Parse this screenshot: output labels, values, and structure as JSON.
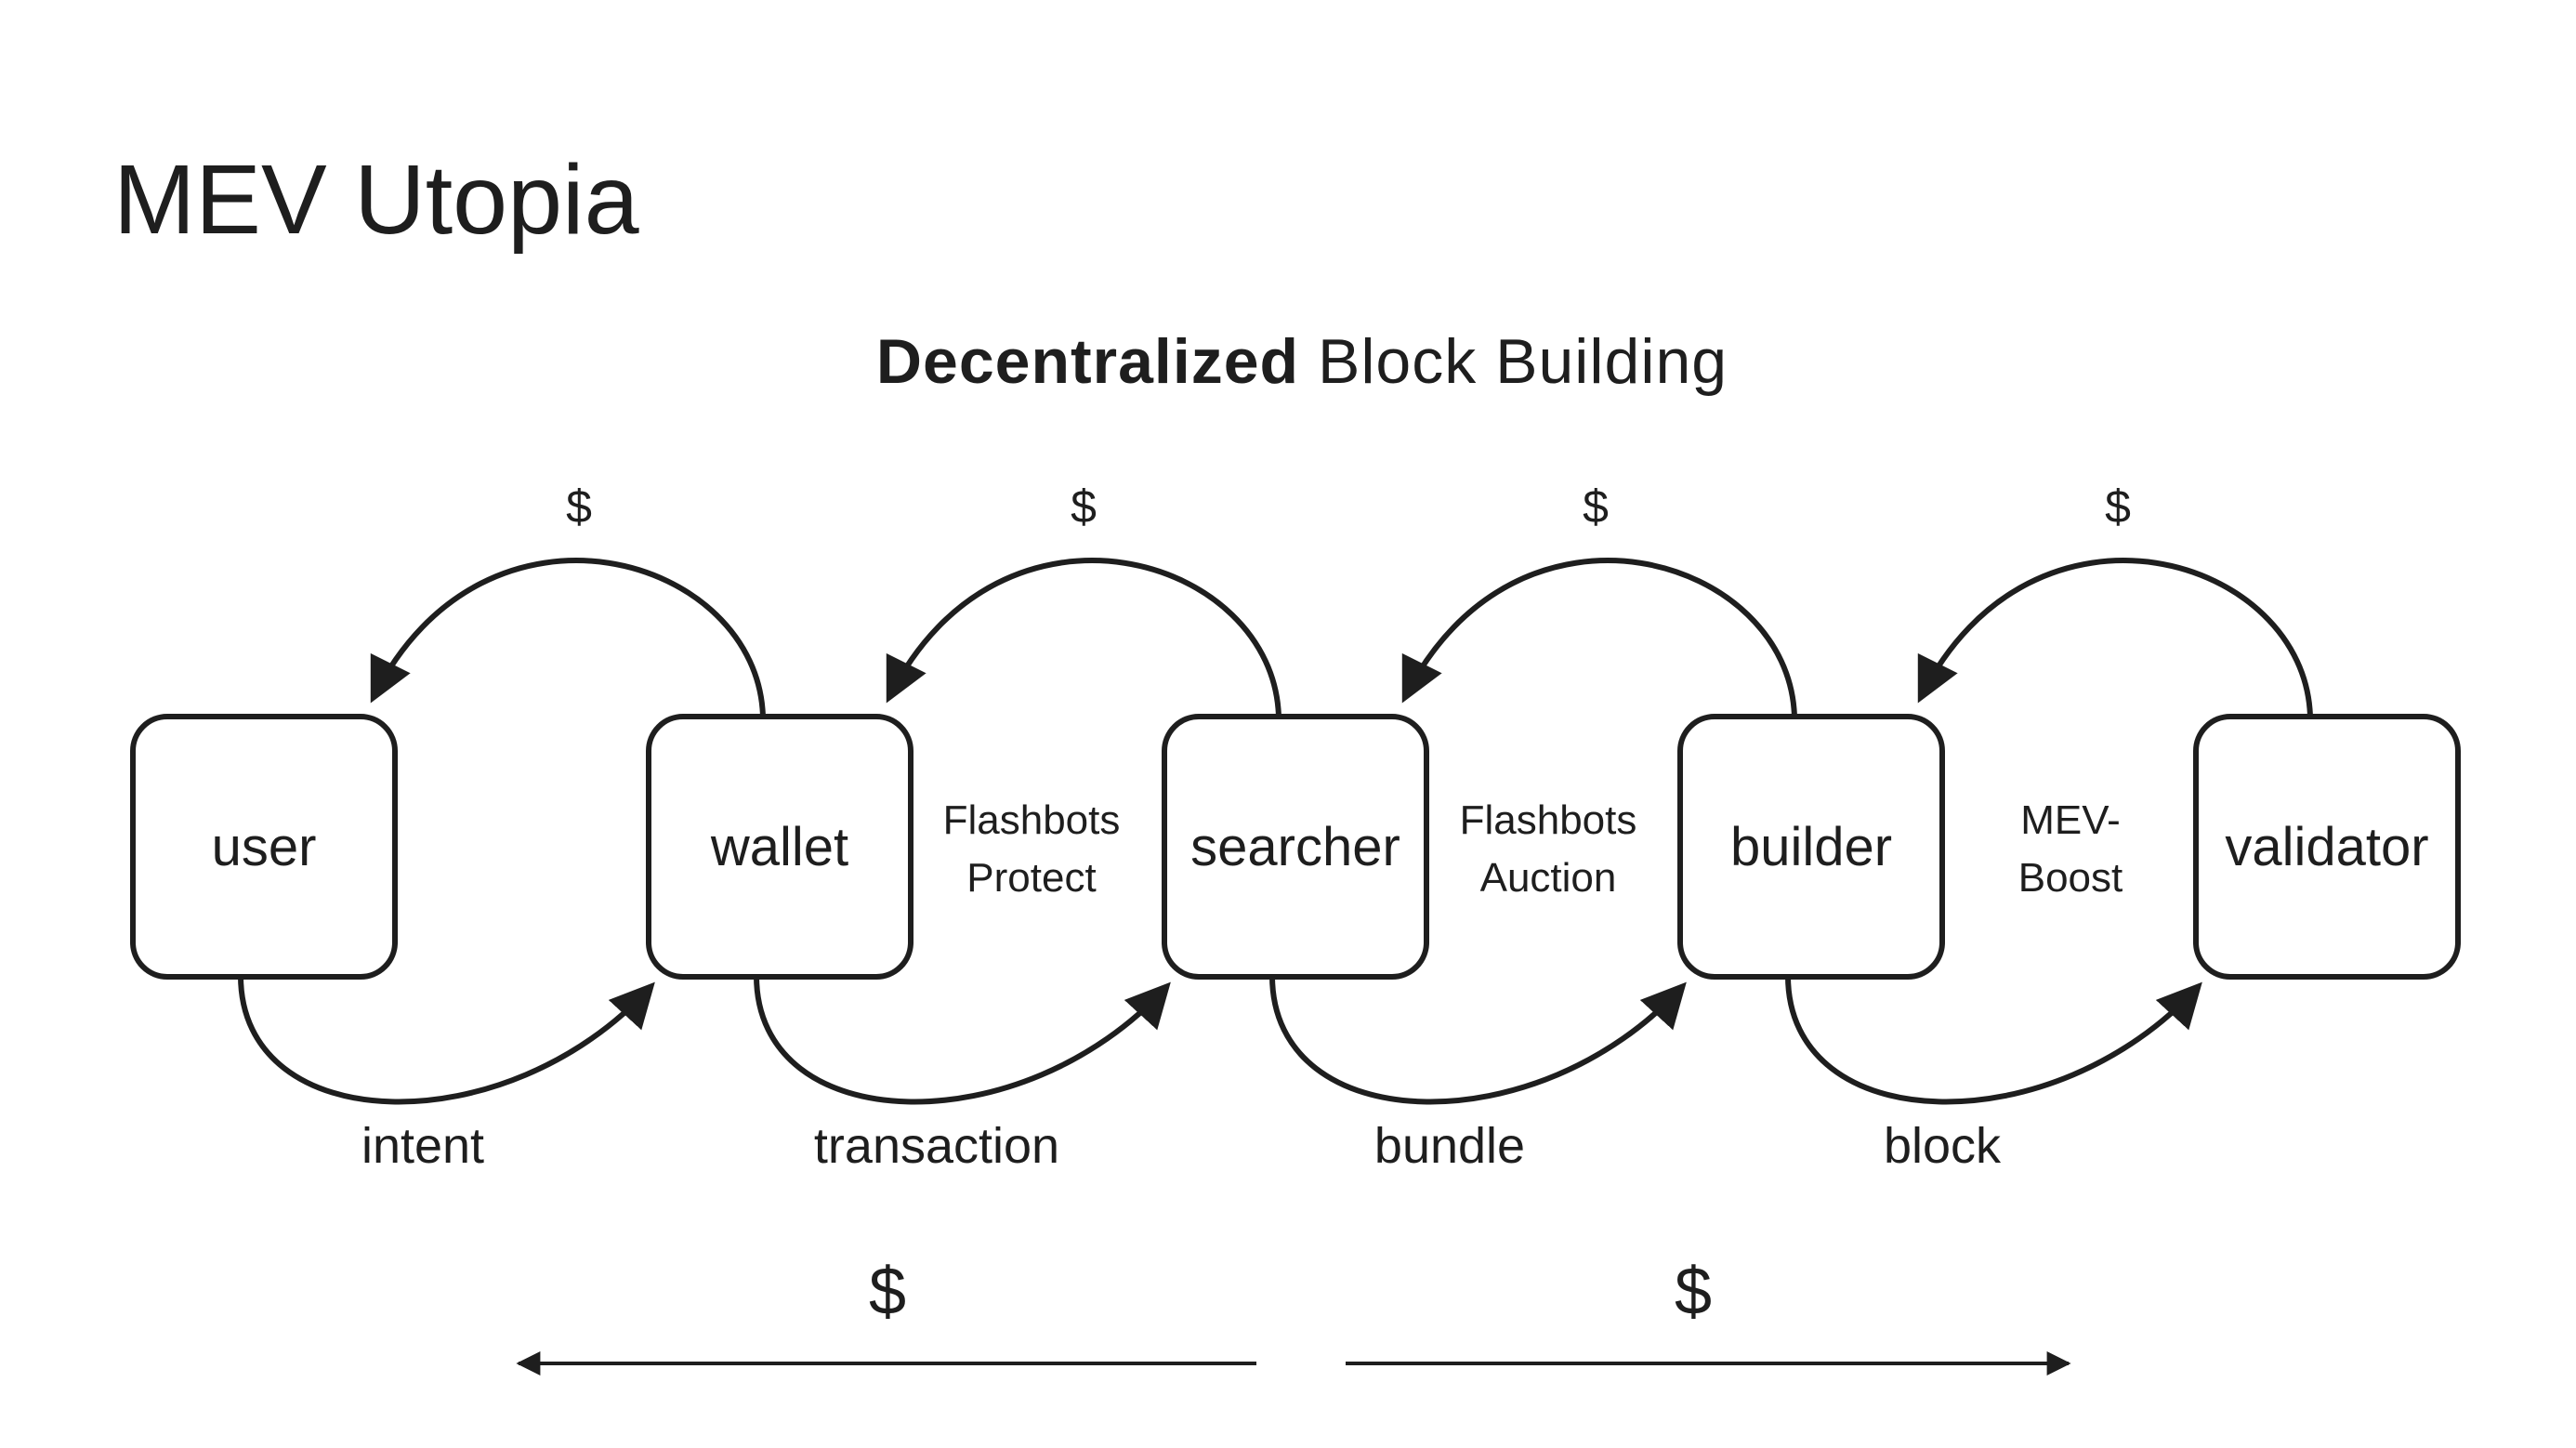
{
  "title": "MEV Utopia",
  "subtitle": {
    "emphasis": "Decentralized",
    "rest": " Block Building"
  },
  "colors": {
    "ink": "#1e1e1e",
    "background": "#ffffff"
  },
  "nodes": [
    {
      "label": "user"
    },
    {
      "label": "wallet"
    },
    {
      "label": "searcher"
    },
    {
      "label": "builder"
    },
    {
      "label": "validator"
    }
  ],
  "channels": [
    {
      "line1": "Flashbots",
      "line2": "Protect"
    },
    {
      "line1": "Flashbots",
      "line2": "Auction"
    },
    {
      "line1": "MEV-",
      "line2": "Boost"
    }
  ],
  "flows": [
    {
      "label": "intent"
    },
    {
      "label": "transaction"
    },
    {
      "label": "bundle"
    },
    {
      "label": "block"
    }
  ],
  "money_symbol": "$",
  "bottom_flows": [
    {
      "symbol": "$",
      "direction": "left"
    },
    {
      "symbol": "$",
      "direction": "right"
    }
  ]
}
